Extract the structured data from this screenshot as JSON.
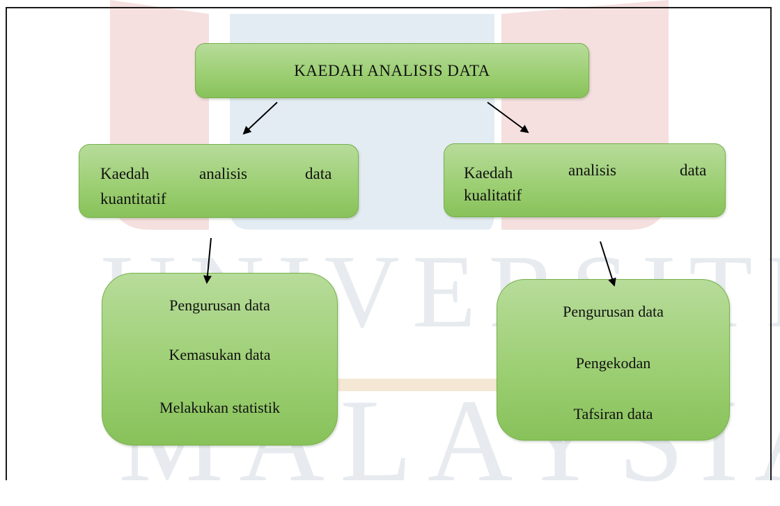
{
  "watermark": {
    "line1": "UNIVERSITI",
    "line2": "MALAYSIA",
    "logo_colors": {
      "red": "#e8c8c8",
      "blue": "#cfdce8",
      "gold": "#efe2c8"
    }
  },
  "diagram": {
    "title": "KAEDAH ANALISIS DATA",
    "left_method": {
      "line1": [
        "Kaedah",
        "analisis",
        "data"
      ],
      "line2": "kuantitatif",
      "steps": [
        "Pengurusan data",
        "Kemasukan data",
        "Melakukan statistik"
      ]
    },
    "right_method": {
      "line1": [
        "Kaedah",
        "analisis",
        "data"
      ],
      "line2": "kualitatif",
      "steps": [
        "Pengurusan data",
        "Pengekodan",
        "Tafsiran data"
      ]
    }
  },
  "colors": {
    "box_fill": "#9dcf74",
    "box_border": "#76b04a",
    "arrow": "#000000",
    "frame": "#1a1a1a"
  }
}
